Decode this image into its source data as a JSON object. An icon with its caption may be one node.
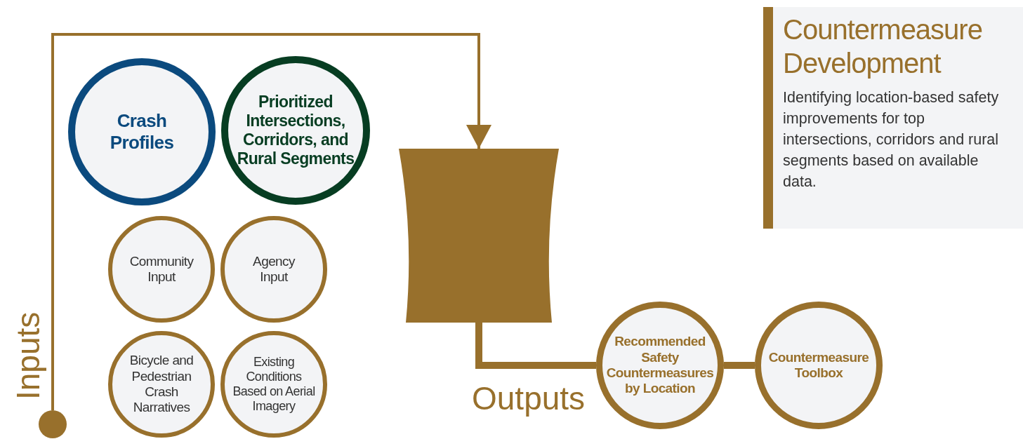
{
  "diagram": {
    "nodes": [
      {
        "text": [],
        "shape": "circle"
      },
      {
        "text": [
          "Crash Profiles"
        ]
      },
      {
        "text": [
          "Prioritized Intersections, Corridors, and Rural Segments"
        ]
      },
      {
        "text": [
          "Community Input"
        ]
      },
      {
        "text": [
          "Agency Input"
        ]
      },
      {
        "text": [
          "Bicycle and Pedestrian Crash Narratives"
        ]
      },
      {
        "text": [
          "Existing Conditions Based on Aerial Imagery"
        ]
      },
      {
        "text": [],
        "shape": "funnel"
      },
      {
        "text": [
          "Recommended Safety Countermeasures by Location"
        ]
      },
      {
        "text": [
          "Countermeasure Toolbox"
        ]
      },
      {
        "text": [
          "Countermeasure Development",
          "Identifying location-based safety improvements for top intersections, corridors and rural segments based on available data."
        ]
      }
    ],
    "edges": [
      {
        "from": 0,
        "to": 7,
        "arrow": "to"
      },
      {
        "from": 7,
        "to": 8,
        "arrow": "none"
      },
      {
        "from": 8,
        "to": 9,
        "arrow": "none"
      }
    ],
    "labels": [
      "Inputs",
      "Outputs"
    ]
  }
}
